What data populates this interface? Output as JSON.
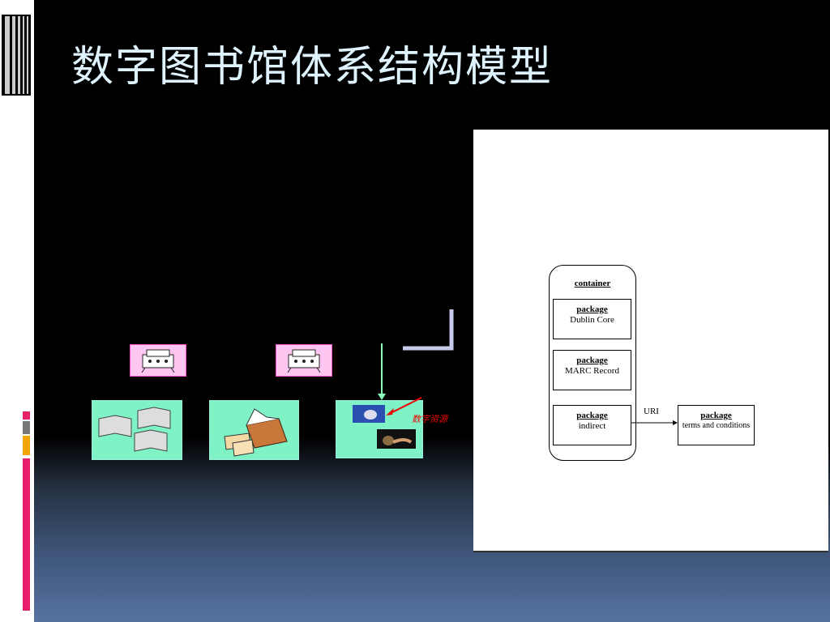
{
  "slide": {
    "title": "数字图书馆体系结构模型",
    "red_label": "数字资源"
  },
  "diagram": {
    "container_label": "container",
    "packages": [
      {
        "title": "package",
        "subtitle": "Dublin Core"
      },
      {
        "title": "package",
        "subtitle": "MARC Record"
      },
      {
        "title": "package",
        "subtitle": "indirect"
      }
    ],
    "link_label": "URI",
    "external_package": {
      "title": "package",
      "subtitle": "terms and conditions"
    }
  },
  "icons": [
    "printer-icon",
    "printer-icon",
    "books-icon",
    "box-mail-icon",
    "photo-icon",
    "snail-icon"
  ],
  "colors": {
    "title": "#dff3ff",
    "mint": "#7ff2c6",
    "pink": "#ffc6f2",
    "accent_red": "#e00000"
  }
}
